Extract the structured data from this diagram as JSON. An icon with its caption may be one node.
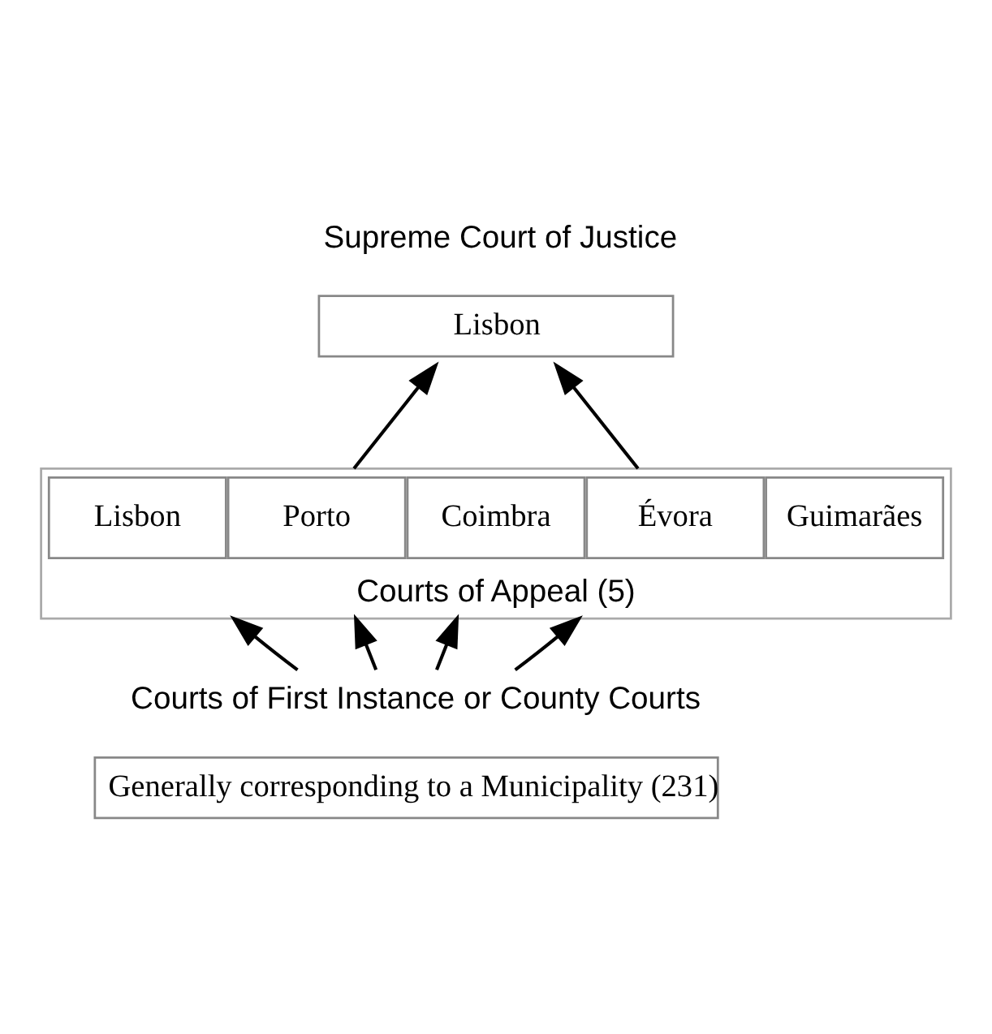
{
  "diagram": {
    "nodes": [
      {
        "text": [
          "Supreme Court of Justice",
          "Lisbon"
        ]
      },
      {
        "text": [
          "Courts of Appeal (5)"
        ]
      },
      {
        "text": [
          "Lisbon"
        ],
        "in": 1
      },
      {
        "text": [
          "Porto"
        ],
        "in": 1
      },
      {
        "text": [
          "Coimbra"
        ],
        "in": 1
      },
      {
        "text": [
          "Évora"
        ],
        "in": 1
      },
      {
        "text": [
          "Guimarães"
        ],
        "in": 1
      },
      {
        "text": [
          "Courts of First Instance or County Courts",
          "Generally corresponding to a Municipality (231)"
        ]
      }
    ],
    "edges": [
      {
        "from": 1,
        "to": 0,
        "arrow": "to"
      },
      {
        "from": 1,
        "to": 0,
        "arrow": "to"
      },
      {
        "from": 7,
        "to": 1,
        "arrow": "to"
      },
      {
        "from": 7,
        "to": 1,
        "arrow": "to"
      },
      {
        "from": 7,
        "to": 1,
        "arrow": "to"
      },
      {
        "from": 7,
        "to": 1,
        "arrow": "to"
      }
    ]
  }
}
